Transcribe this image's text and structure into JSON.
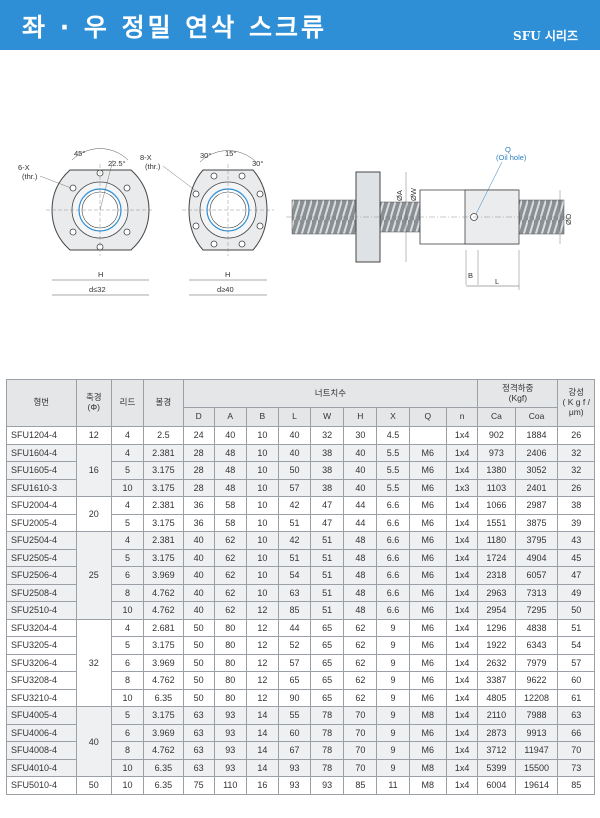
{
  "header": {
    "title": "좌 · 우 정밀 연삭 스크류",
    "series": "SFU 시리즈",
    "colors": {
      "bar": "#2e8fd6",
      "text": "#ffffff"
    }
  },
  "drawing": {
    "flange1": {
      "angle_a": "45°",
      "angle_b": "22.5°",
      "holes": "6-X",
      "thr": "(thr.)",
      "h": "H",
      "d": "d≤32"
    },
    "flange2": {
      "angle_a": "30°",
      "angle_b": "15°",
      "angle_c": "30°",
      "holes": "8-X",
      "thr": "(thr.)",
      "h": "H",
      "d": "d≥40"
    },
    "side": {
      "q": "Q",
      "oil": "(Oil hole)",
      "a": "ØA",
      "w": "ØW",
      "d": "ØD",
      "b": "B",
      "l": "L"
    }
  },
  "table": {
    "headers": {
      "model": "형번",
      "shaft": "축경\n(Φ)",
      "lead": "리드",
      "ball": "볼경",
      "nut": "너트치수",
      "load": "정격하중\n(Kgf)",
      "stiff": "강성\n( K g f /\nμm)",
      "nut_cols": [
        "D",
        "A",
        "B",
        "L",
        "W",
        "H",
        "X",
        "Q",
        "n"
      ],
      "load_cols": [
        "Ca",
        "Coa"
      ]
    },
    "groups": [
      {
        "shaft": "12",
        "rows": [
          {
            "model": "SFU1204-4",
            "lead": "4",
            "ball": "2.5",
            "D": "24",
            "A": "40",
            "B": "10",
            "L": "40",
            "W": "32",
            "H": "30",
            "X": "4.5",
            "Q": "",
            "n": "1x4",
            "Ca": "902",
            "Coa": "1884",
            "stiff": "26"
          }
        ]
      },
      {
        "shaft": "16",
        "rows": [
          {
            "model": "SFU1604-4",
            "lead": "4",
            "ball": "2.381",
            "D": "28",
            "A": "48",
            "B": "10",
            "L": "40",
            "W": "38",
            "H": "40",
            "X": "5.5",
            "Q": "M6",
            "n": "1x4",
            "Ca": "973",
            "Coa": "2406",
            "stiff": "32"
          },
          {
            "model": "SFU1605-4",
            "lead": "5",
            "ball": "3.175",
            "D": "28",
            "A": "48",
            "B": "10",
            "L": "50",
            "W": "38",
            "H": "40",
            "X": "5.5",
            "Q": "M6",
            "n": "1x4",
            "Ca": "1380",
            "Coa": "3052",
            "stiff": "32"
          },
          {
            "model": "SFU1610-3",
            "lead": "10",
            "ball": "3.175",
            "D": "28",
            "A": "48",
            "B": "10",
            "L": "57",
            "W": "38",
            "H": "40",
            "X": "5.5",
            "Q": "M6",
            "n": "1x3",
            "Ca": "1103",
            "Coa": "2401",
            "stiff": "26"
          }
        ]
      },
      {
        "shaft": "20",
        "rows": [
          {
            "model": "SFU2004-4",
            "lead": "4",
            "ball": "2.381",
            "D": "36",
            "A": "58",
            "B": "10",
            "L": "42",
            "W": "47",
            "H": "44",
            "X": "6.6",
            "Q": "M6",
            "n": "1x4",
            "Ca": "1066",
            "Coa": "2987",
            "stiff": "38"
          },
          {
            "model": "SFU2005-4",
            "lead": "5",
            "ball": "3.175",
            "D": "36",
            "A": "58",
            "B": "10",
            "L": "51",
            "W": "47",
            "H": "44",
            "X": "6.6",
            "Q": "M6",
            "n": "1x4",
            "Ca": "1551",
            "Coa": "3875",
            "stiff": "39"
          }
        ]
      },
      {
        "shaft": "25",
        "rows": [
          {
            "model": "SFU2504-4",
            "lead": "4",
            "ball": "2.381",
            "D": "40",
            "A": "62",
            "B": "10",
            "L": "42",
            "W": "51",
            "H": "48",
            "X": "6.6",
            "Q": "M6",
            "n": "1x4",
            "Ca": "1180",
            "Coa": "3795",
            "stiff": "43"
          },
          {
            "model": "SFU2505-4",
            "lead": "5",
            "ball": "3.175",
            "D": "40",
            "A": "62",
            "B": "10",
            "L": "51",
            "W": "51",
            "H": "48",
            "X": "6.6",
            "Q": "M6",
            "n": "1x4",
            "Ca": "1724",
            "Coa": "4904",
            "stiff": "45"
          },
          {
            "model": "SFU2506-4",
            "lead": "6",
            "ball": "3.969",
            "D": "40",
            "A": "62",
            "B": "10",
            "L": "54",
            "W": "51",
            "H": "48",
            "X": "6.6",
            "Q": "M6",
            "n": "1x4",
            "Ca": "2318",
            "Coa": "6057",
            "stiff": "47"
          },
          {
            "model": "SFU2508-4",
            "lead": "8",
            "ball": "4.762",
            "D": "40",
            "A": "62",
            "B": "10",
            "L": "63",
            "W": "51",
            "H": "48",
            "X": "6.6",
            "Q": "M6",
            "n": "1x4",
            "Ca": "2963",
            "Coa": "7313",
            "stiff": "49"
          },
          {
            "model": "SFU2510-4",
            "lead": "10",
            "ball": "4.762",
            "D": "40",
            "A": "62",
            "B": "12",
            "L": "85",
            "W": "51",
            "H": "48",
            "X": "6.6",
            "Q": "M6",
            "n": "1x4",
            "Ca": "2954",
            "Coa": "7295",
            "stiff": "50"
          }
        ]
      },
      {
        "shaft": "32",
        "rows": [
          {
            "model": "SFU3204-4",
            "lead": "4",
            "ball": "2.681",
            "D": "50",
            "A": "80",
            "B": "12",
            "L": "44",
            "W": "65",
            "H": "62",
            "X": "9",
            "Q": "M6",
            "n": "1x4",
            "Ca": "1296",
            "Coa": "4838",
            "stiff": "51"
          },
          {
            "model": "SFU3205-4",
            "lead": "5",
            "ball": "3.175",
            "D": "50",
            "A": "80",
            "B": "12",
            "L": "52",
            "W": "65",
            "H": "62",
            "X": "9",
            "Q": "M6",
            "n": "1x4",
            "Ca": "1922",
            "Coa": "6343",
            "stiff": "54"
          },
          {
            "model": "SFU3206-4",
            "lead": "6",
            "ball": "3.969",
            "D": "50",
            "A": "80",
            "B": "12",
            "L": "57",
            "W": "65",
            "H": "62",
            "X": "9",
            "Q": "M6",
            "n": "1x4",
            "Ca": "2632",
            "Coa": "7979",
            "stiff": "57"
          },
          {
            "model": "SFU3208-4",
            "lead": "8",
            "ball": "4.762",
            "D": "50",
            "A": "80",
            "B": "12",
            "L": "65",
            "W": "65",
            "H": "62",
            "X": "9",
            "Q": "M6",
            "n": "1x4",
            "Ca": "3387",
            "Coa": "9622",
            "stiff": "60"
          },
          {
            "model": "SFU3210-4",
            "lead": "10",
            "ball": "6.35",
            "D": "50",
            "A": "80",
            "B": "12",
            "L": "90",
            "W": "65",
            "H": "62",
            "X": "9",
            "Q": "M6",
            "n": "1x4",
            "Ca": "4805",
            "Coa": "12208",
            "stiff": "61"
          }
        ]
      },
      {
        "shaft": "40",
        "rows": [
          {
            "model": "SFU4005-4",
            "lead": "5",
            "ball": "3.175",
            "D": "63",
            "A": "93",
            "B": "14",
            "L": "55",
            "W": "78",
            "H": "70",
            "X": "9",
            "Q": "M8",
            "n": "1x4",
            "Ca": "2110",
            "Coa": "7988",
            "stiff": "63"
          },
          {
            "model": "SFU4006-4",
            "lead": "6",
            "ball": "3.969",
            "D": "63",
            "A": "93",
            "B": "14",
            "L": "60",
            "W": "78",
            "H": "70",
            "X": "9",
            "Q": "M6",
            "n": "1x4",
            "Ca": "2873",
            "Coa": "9913",
            "stiff": "66"
          },
          {
            "model": "SFU4008-4",
            "lead": "8",
            "ball": "4.762",
            "D": "63",
            "A": "93",
            "B": "14",
            "L": "67",
            "W": "78",
            "H": "70",
            "X": "9",
            "Q": "M6",
            "n": "1x4",
            "Ca": "3712",
            "Coa": "11947",
            "stiff": "70"
          },
          {
            "model": "SFU4010-4",
            "lead": "10",
            "ball": "6.35",
            "D": "63",
            "A": "93",
            "B": "14",
            "L": "93",
            "W": "78",
            "H": "70",
            "X": "9",
            "Q": "M8",
            "n": "1x4",
            "Ca": "5399",
            "Coa": "15500",
            "stiff": "73"
          }
        ]
      },
      {
        "shaft": "50",
        "rows": [
          {
            "model": "SFU5010-4",
            "lead": "10",
            "ball": "6.35",
            "D": "75",
            "A": "110",
            "B": "16",
            "L": "93",
            "W": "93",
            "H": "85",
            "X": "11",
            "Q": "M8",
            "n": "1x4",
            "Ca": "6004",
            "Coa": "19614",
            "stiff": "85"
          }
        ]
      }
    ]
  }
}
